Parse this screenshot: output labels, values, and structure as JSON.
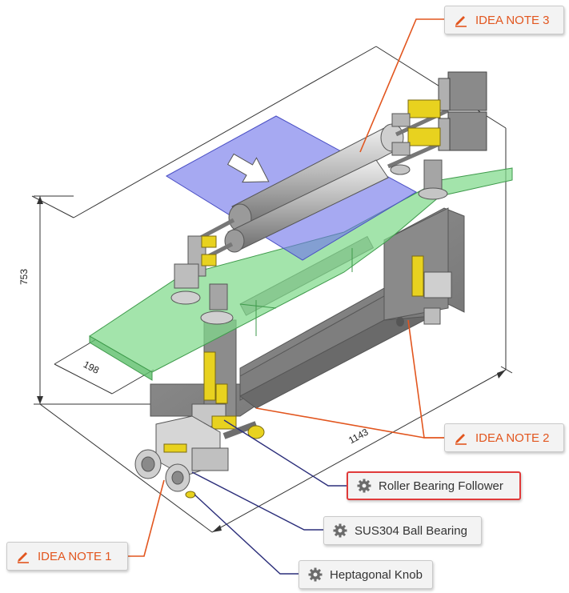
{
  "dimensions": {
    "height": "753",
    "depth": "198",
    "width": "1143"
  },
  "idea_notes": {
    "note1": "IDEA NOTE 1",
    "note2": "IDEA NOTE 2",
    "note3": "IDEA NOTE 3"
  },
  "parts": {
    "roller_bearing_follower": "Roller Bearing Follower",
    "ball_bearing": "SUS304 Ball Bearing",
    "knob": "Heptagonal Knob"
  },
  "colors": {
    "idea_accent": "#e2561f",
    "part_leader": "#2b2e7a",
    "highlight_border": "#e03a3a",
    "green_plate": "#7fd98a",
    "blue_sheet": "#6f74ea",
    "frame_gray": "#8d8d8d",
    "bracket_yellow": "#e8d21f"
  },
  "icons": {
    "idea": "pencil-icon",
    "part": "gear-icon"
  }
}
